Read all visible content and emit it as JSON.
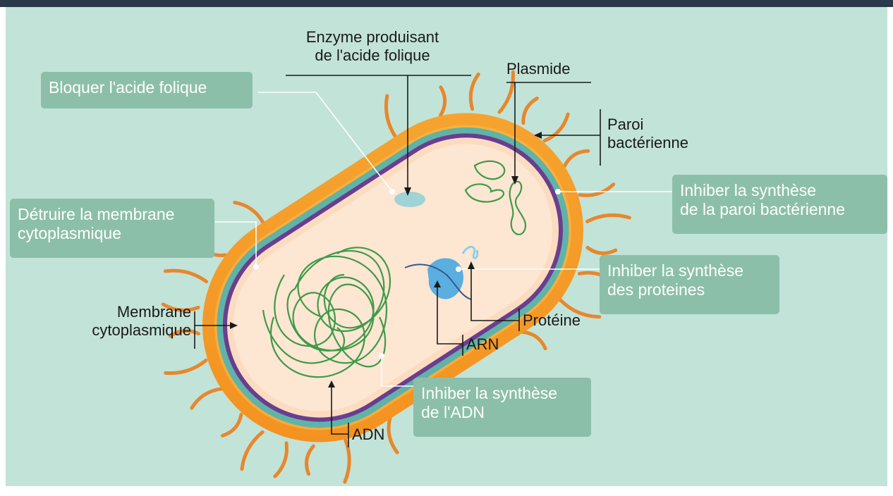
{
  "colors": {
    "background": "#c2e3d8",
    "callout_fill": "#8cbfa9",
    "callout_text": "#ffffff",
    "wall_outer": "#f28c1e",
    "wall_inner": "#f7b02e",
    "cytoplasm": "#fbdcc0",
    "membrane": "#6b3d8f",
    "membrane_band": "#5fb3a8",
    "dna": "#3f9a4a",
    "ribosome": "#5aaee0",
    "flagella": "#e8872b"
  },
  "callouts": {
    "folic_block": "Bloquer l'acide folique",
    "membrane_destroy": "Détruire la membrane\ncytoplasmique",
    "wall_synthesis": "Inhiber la synthèse\nde la paroi bactérienne",
    "protein_synthesis": "Inhiber la synthèse\ndes proteines",
    "dna_synthesis": "Inhiber la synthèse\nde l'ADN"
  },
  "labels": {
    "enzyme": "Enzyme produisant\nde l'acide folique",
    "plasmid": "Plasmide",
    "wall": "Paroi\nbactérienne",
    "membrane": "Membrane\ncytoplasmique",
    "protein": "Protéine",
    "rna": "ARN",
    "dna": "ADN"
  },
  "icons": {
    "cell": "bacterium-cell",
    "chromosome": "dna-tangle",
    "plasmid": "plasmid-loop",
    "ribosome": "ribosome-blob",
    "enzyme": "enzyme-blob"
  }
}
